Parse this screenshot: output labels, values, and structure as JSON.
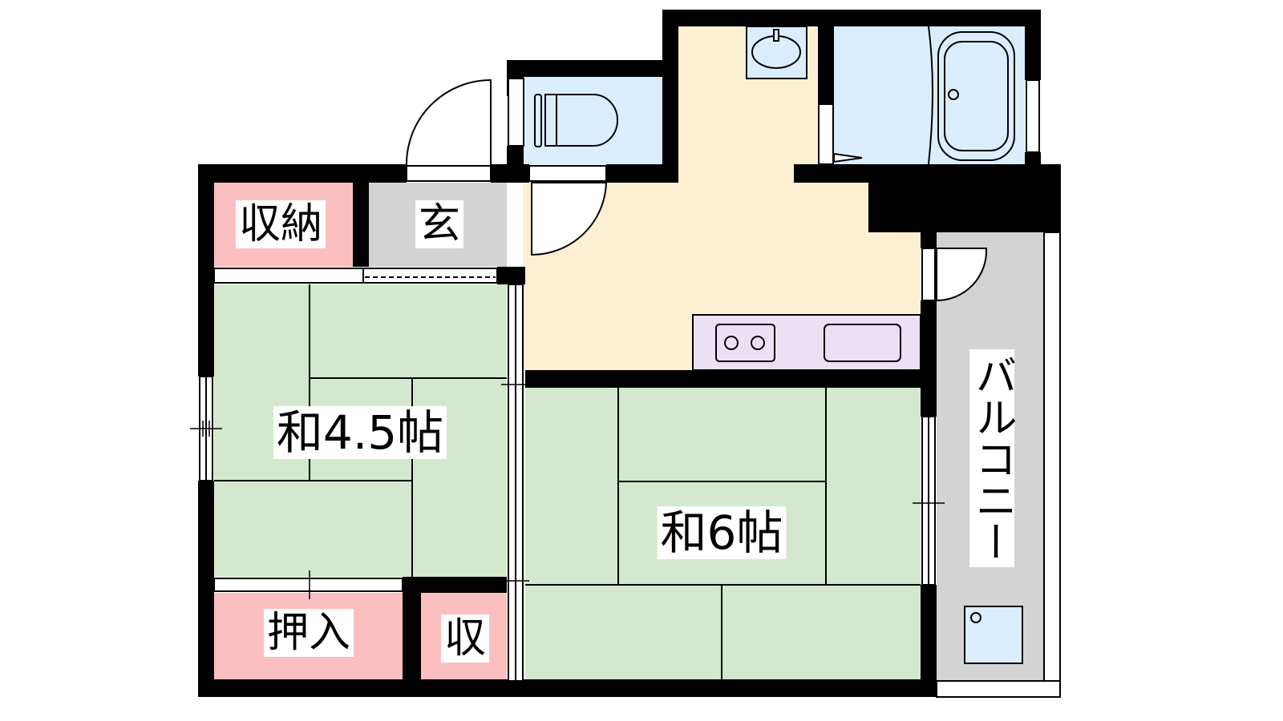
{
  "rooms": {
    "storage_top": "収納",
    "entrance": "玄",
    "japanese_room_small": "和4.5帖",
    "japanese_room_large": "和6帖",
    "closet": "押入",
    "storage_small": "収",
    "balcony": "バルコニー"
  },
  "colors": {
    "wall": "#000000",
    "tatami": "#d3e8cc",
    "storage": "#fcbfbf",
    "entrance": "#d3d3d3",
    "kitchen": "#fdf0d2",
    "wet_area": "#dbeeff",
    "counter": "#ece0f4",
    "balcony": "#d3d3d3"
  }
}
